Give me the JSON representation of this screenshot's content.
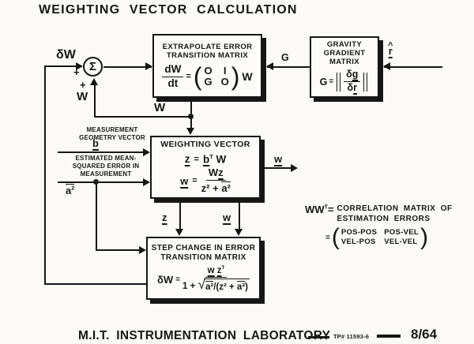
{
  "title": "WEIGHTING VECTOR CALCULATION",
  "sum": {
    "sigma": "Σ",
    "plus_left": "+",
    "plus_bottom": "+"
  },
  "signals": {
    "delta_w": "δW",
    "w_feedback": "W",
    "w_node": "W",
    "g": "G",
    "r_hat_accent": "^",
    "r_hat_base": "r",
    "b": "b",
    "a_bar": "a",
    "a_sup": "2",
    "z": "z",
    "w_mid": "w",
    "w_out": "w"
  },
  "input_labels": {
    "b_line1": "MEASUREMENT",
    "b_line2": "GEOMETRY VECTOR",
    "a_line1": "ESTIMATED MEAN-",
    "a_line2": "SQUARED ERROR IN",
    "a_line3": "MEASUREMENT"
  },
  "extrapolate_box": {
    "title1": "EXTRAPOLATE ERROR",
    "title2": "TRANSITION MATRIX",
    "num": "dW",
    "den": "dt",
    "equals": "=",
    "m11": "O",
    "m12": "I",
    "m21": "G",
    "m22": "O",
    "post": "W"
  },
  "gravity_box": {
    "title1": "GRAVITY",
    "title2": "GRADIENT",
    "title3": "MATRIX",
    "lhs": "G",
    "equals": "=",
    "num_d": "δ",
    "num_v": "g",
    "den_d": "δ",
    "den_v": "r"
  },
  "weighting_box": {
    "title": "WEIGHTING VECTOR",
    "equals": "=",
    "eq1_lhs": "z",
    "eq1_b": "b",
    "eq1_sup": "T",
    "eq1_w": "W",
    "eq2_lhs": "w",
    "eq2_num_pre": "W",
    "eq2_num_z": "z",
    "eq2_den_pre": "z² + ",
    "eq2_den_a": "a²"
  },
  "step_box": {
    "title1": "STEP CHANGE IN ERROR",
    "title2": "TRANSITION MATRIX",
    "lhs": "δW",
    "equals": "=",
    "num_w": "w",
    "num_z": "z",
    "num_sup": "T",
    "den_pre": "1 +",
    "rad_a": "a²",
    "rad_mid": "/(z² + ",
    "rad_a2": "a²",
    "rad_close": ")"
  },
  "correlation_note": {
    "lhs": "WW",
    "sup": "T",
    "eq": "=",
    "line1": "CORRELATION MATRIX OF",
    "line2": "ESTIMATION ERRORS",
    "eq2": "=",
    "m11": "POS-POS",
    "m12": "POS-VEL",
    "m21": "VEL-POS",
    "m22": "VEL-VEL"
  },
  "footer": {
    "org": "M.I.T. INSTRUMENTATION LABORATORY",
    "tp": "TP# 11593-6",
    "date": "8/64"
  }
}
